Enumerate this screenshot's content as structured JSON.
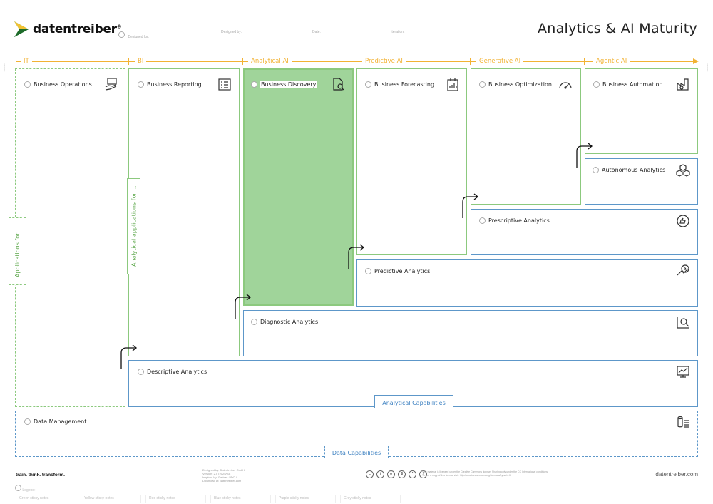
{
  "brand": {
    "name": "datentreiber",
    "reg": "®"
  },
  "header": {
    "meta": [
      "Designed for:",
      "Designed by:",
      "Date:",
      "Iteration:"
    ],
    "title": "Analytics & AI Maturity"
  },
  "stages": [
    "IT",
    "BI",
    "Analytical AI",
    "Predictive AI",
    "Generative AI",
    "Agentic AI"
  ],
  "applications": {
    "business_operations": "Business Operations",
    "business_reporting": "Business Reporting",
    "business_discovery": "Business Discovery",
    "business_forecasting": "Business Forecasting",
    "business_optimization": "Business Optimization",
    "business_automation": "Business Automation"
  },
  "capabilities": {
    "autonomous": "Autonomous Analytics",
    "prescriptive": "Prescriptive Analytics",
    "predictive": "Predictive Analytics",
    "diagnostic": "Diagnostic Analytics",
    "descriptive": "Descriptive Analytics",
    "data_management": "Data Management"
  },
  "tabs": {
    "applications_for": "Applications for ...",
    "analytical_applications_for": "Analytical applications for ...",
    "analytical_capabilities": "Analytical Capabilities",
    "data_capabilities": "Data Capabilities"
  },
  "colors": {
    "green": "#8cc97e",
    "green_fill": "#a0d49a",
    "blue": "#5d97c9",
    "orange": "#f2b233"
  },
  "footer": {
    "tagline": "train. think. transform.",
    "website": "datentreiber.com",
    "credits": [
      "Designed by: Datentreiber GmbH",
      "Version: 2.0 (2025/03)",
      "Inspired by: Gartner / IDC / ...",
      "Download at: datentreiber.com"
    ],
    "license": "This material is licensed under the Creative Commons license. Sharing only under the CC International conditions.",
    "license2": "To see a copy of this license visit: http://creativecommons.org/licenses/by-sa/4.0/",
    "legend": "Legend:",
    "stickies": [
      "Green sticky notes",
      "Yellow sticky notes",
      "Red sticky notes",
      "Blue sticky notes",
      "Purple sticky notes",
      "Grey sticky notes"
    ]
  }
}
